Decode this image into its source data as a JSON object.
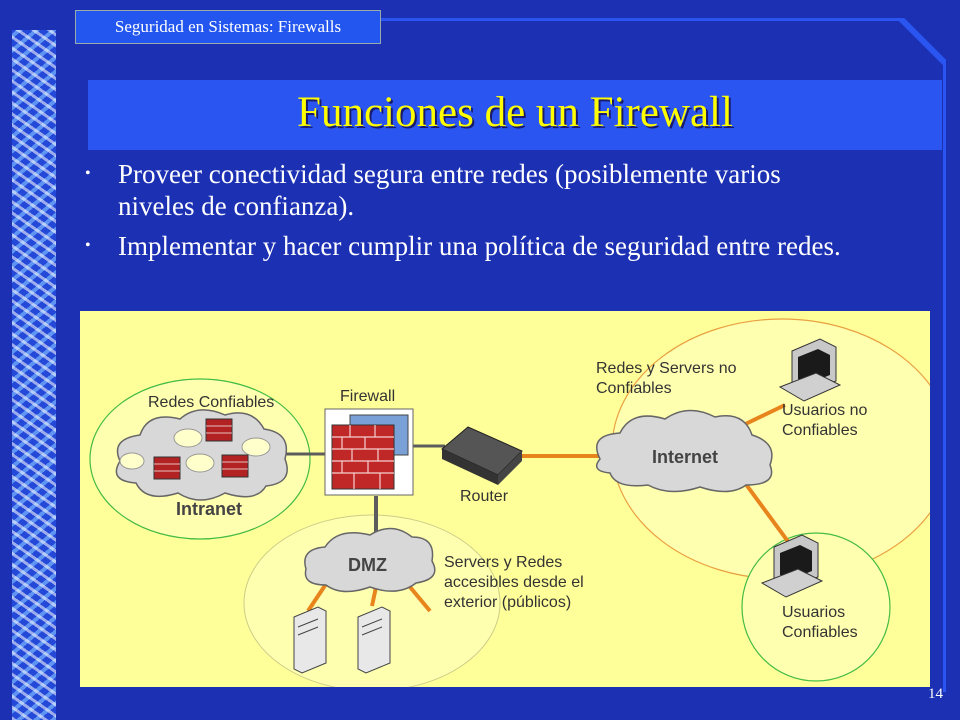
{
  "header": {
    "tab_label": "Seguridad en Sistemas: Firewalls"
  },
  "slide": {
    "title": "Funciones de un Firewall",
    "bullets": [
      "Proveer conectividad segura entre redes (posiblemente varios niveles de confianza).",
      "Implementar y hacer cumplir una política de seguridad entre redes."
    ],
    "bullet_glyph": "•",
    "page_number": "14"
  },
  "diagram": {
    "labels": {
      "redes_confiables": "Redes Confiables",
      "intranet": "Intranet",
      "firewall": "Firewall",
      "router": "Router",
      "internet": "Internet",
      "redes_no_confiables": "Redes y Servers no Confiables",
      "usuarios_no_confiables": "Usuarios no Confiables",
      "dmz": "DMZ",
      "servers_publicos": "Servers y Redes accesibles desde el exterior (públicos)",
      "usuarios_confiables": "Usuarios Confiables"
    }
  },
  "colors": {
    "background": "#1c30b4",
    "title": "#ffff00",
    "panel": "#ffff99",
    "cable": "#e8841c",
    "cable_dark": "#5c5c5c"
  }
}
